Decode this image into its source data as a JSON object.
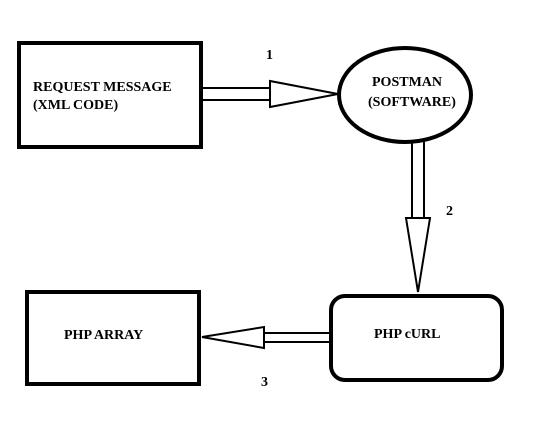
{
  "diagram": {
    "nodes": {
      "request": {
        "line1": "REQUEST MESSAGE",
        "line2": "(XML CODE)"
      },
      "postman": {
        "line1": "POSTMAN",
        "line2": "(SOFTWARE)"
      },
      "curl": {
        "label": "PHP cURL"
      },
      "array": {
        "label": "PHP ARRAY"
      }
    },
    "steps": {
      "one": "1",
      "two": "2",
      "three": "3"
    }
  }
}
